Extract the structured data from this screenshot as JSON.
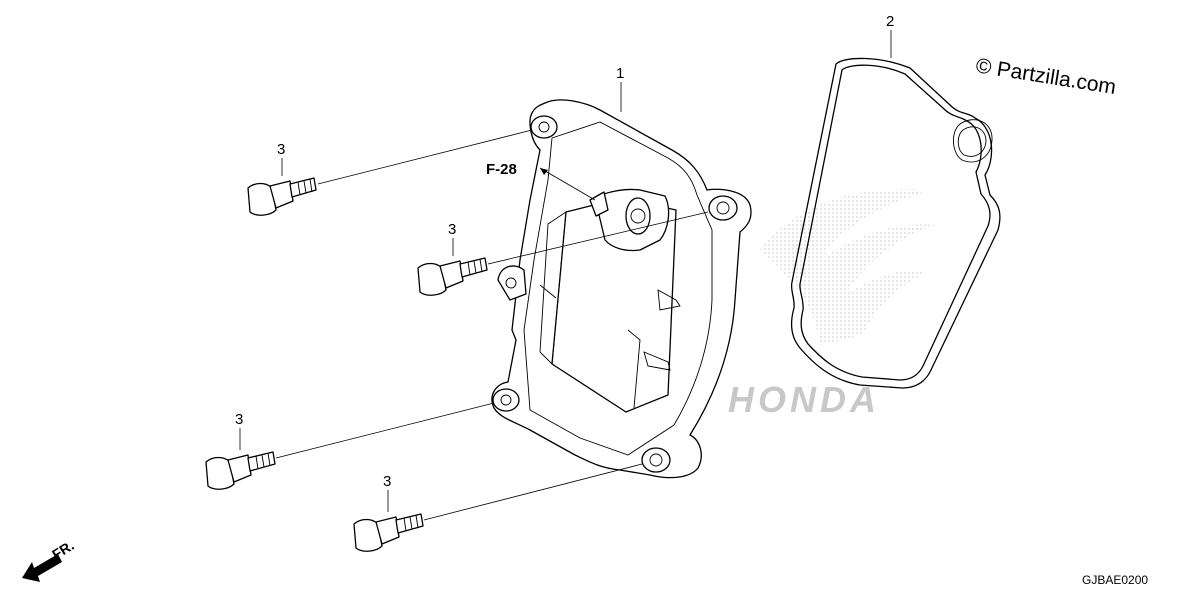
{
  "diagram": {
    "callouts": {
      "cover": "1",
      "gasket": "2",
      "bolt_a": "3",
      "bolt_b": "3",
      "bolt_c": "3",
      "bolt_d": "3"
    },
    "reference_label": "F-28",
    "watermark_brand": "HONDA",
    "copyright": "© Partzilla.com",
    "front_indicator": "FR.",
    "diagram_code": "GJBAE0200"
  },
  "colors": {
    "line": "#000000",
    "background": "#ffffff",
    "watermark": "#c8c8c8"
  }
}
